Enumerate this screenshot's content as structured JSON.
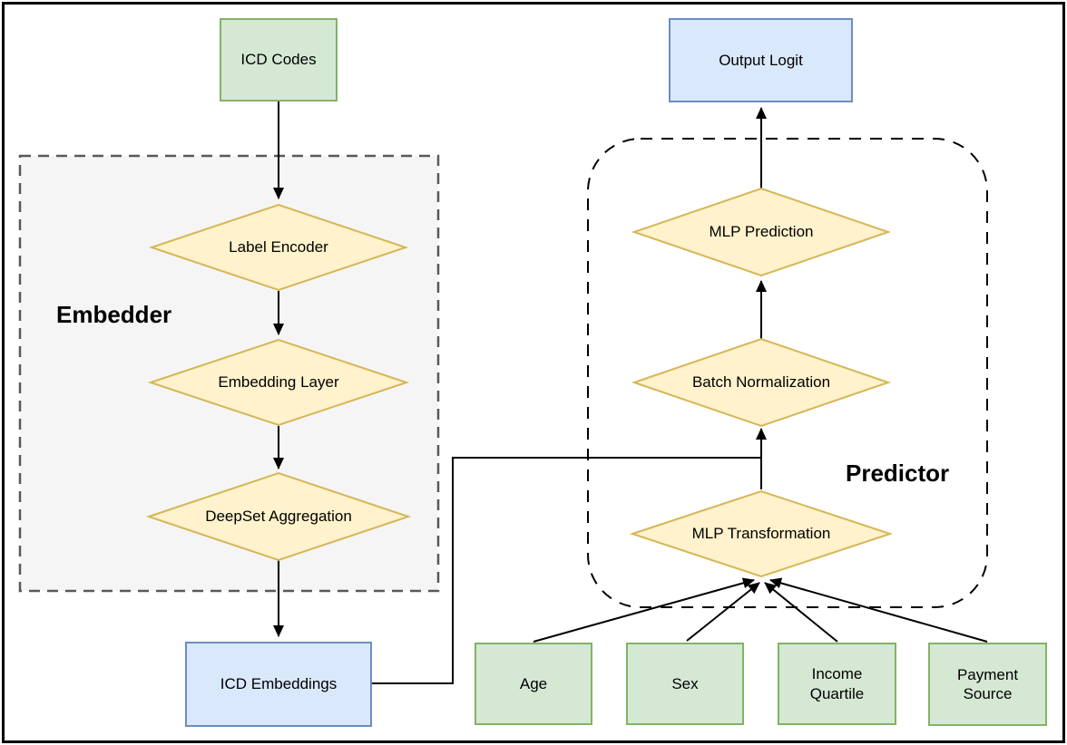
{
  "diagram": {
    "title_hint": "model architecture flowchart",
    "groups": {
      "embedder": {
        "label": "Embedder"
      },
      "predictor": {
        "label": "Predictor"
      }
    },
    "nodes": {
      "icd_codes": {
        "label": "ICD Codes",
        "shape": "rect",
        "role": "input"
      },
      "label_encoder": {
        "label": "Label Encoder",
        "shape": "diamond",
        "role": "process"
      },
      "embedding_layer": {
        "label": "Embedding Layer",
        "shape": "diamond",
        "role": "process"
      },
      "deepset_aggregation": {
        "label": "DeepSet Aggregation",
        "shape": "diamond",
        "role": "process"
      },
      "icd_embeddings": {
        "label": "ICD Embeddings",
        "shape": "rect",
        "role": "data"
      },
      "output_logit": {
        "label": "Output Logit",
        "shape": "rect",
        "role": "data"
      },
      "mlp_prediction": {
        "label": "MLP Prediction",
        "shape": "diamond",
        "role": "process"
      },
      "batch_normalization": {
        "label": "Batch Normalization",
        "shape": "diamond",
        "role": "process"
      },
      "mlp_transformation": {
        "label": "MLP Transformation",
        "shape": "diamond",
        "role": "process"
      },
      "age": {
        "label": "Age",
        "shape": "rect",
        "role": "input"
      },
      "sex": {
        "label": "Sex",
        "shape": "rect",
        "role": "input"
      },
      "income_quartile": {
        "label": "Income Quartile",
        "shape": "rect",
        "role": "input"
      },
      "payment_source": {
        "label": "Payment Source",
        "shape": "rect",
        "role": "input"
      }
    },
    "edges": [
      "ICD Codes -> Label Encoder",
      "Label Encoder -> Embedding Layer",
      "Embedding Layer -> DeepSet Aggregation",
      "DeepSet Aggregation -> ICD Embeddings",
      "ICD Embeddings -> Batch Normalization (elbow, merges into vertical line)",
      "MLP Transformation -> Batch Normalization",
      "Batch Normalization -> MLP Prediction",
      "MLP Prediction -> Output Logit",
      "Age -> MLP Transformation",
      "Sex -> MLP Transformation",
      "Income Quartile -> MLP Transformation",
      "Payment Source -> MLP Transformation"
    ],
    "colors": {
      "input_fill": "#d5e8d4",
      "input_stroke": "#82b366",
      "data_fill": "#dae8fc",
      "data_stroke": "#6c8ebf",
      "process_fill": "#fff2cc",
      "process_stroke": "#d6b656",
      "embedder_fill": "#f5f5f5",
      "embedder_stroke": "#595959",
      "predictor_stroke": "#000000",
      "edge_color": "#000000",
      "frame_color": "#000000",
      "background": "#ffffff"
    }
  }
}
